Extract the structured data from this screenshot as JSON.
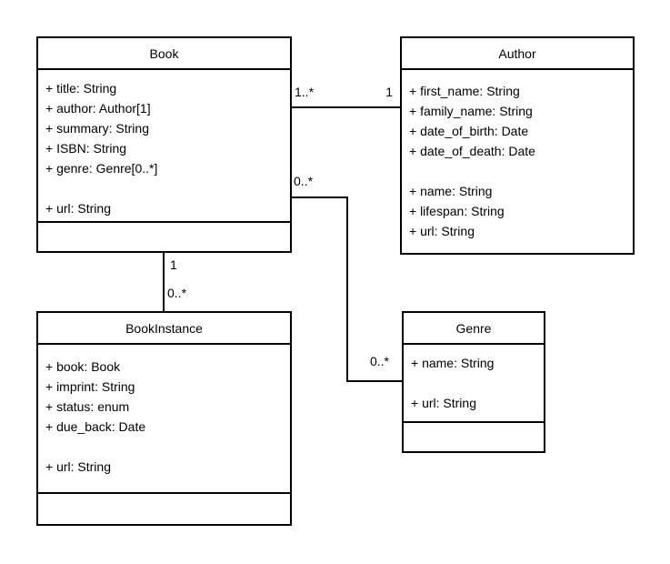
{
  "diagram": {
    "type": "uml-class-diagram",
    "background_color": "#ffffff",
    "line_color": "#000000",
    "text_color": "#000000",
    "classes": [
      {
        "name": "Book",
        "attributes": [
          "+ title: String",
          "+ author: Author[1]",
          "+ summary: String",
          "+ ISBN: String",
          "+ genre: Genre[0..*]",
          "",
          "+ url: String"
        ],
        "methods": []
      },
      {
        "name": "Author",
        "attributes": [
          "+ first_name: String",
          "+ family_name: String",
          "+ date_of_birth: Date",
          "+ date_of_death: Date",
          "",
          "+ name: String",
          "+ lifespan: String",
          "+ url: String"
        ],
        "methods": []
      },
      {
        "name": "BookInstance",
        "attributes": [
          "+ book: Book",
          "+ imprint: String",
          "+ status: enum",
          "+ due_back: Date",
          "",
          "+ url: String"
        ],
        "methods": []
      },
      {
        "name": "Genre",
        "attributes": [
          "+ name: String",
          "",
          "+ url: String"
        ],
        "methods": []
      }
    ],
    "relationships": [
      {
        "from": "Book",
        "to": "Author",
        "from_multiplicity": "1..*",
        "to_multiplicity": "1"
      },
      {
        "from": "Book",
        "to": "Genre",
        "from_multiplicity": "0..*",
        "to_multiplicity": "0..*"
      },
      {
        "from": "Book",
        "to": "BookInstance",
        "from_multiplicity": "1",
        "to_multiplicity": "0..*"
      }
    ]
  }
}
